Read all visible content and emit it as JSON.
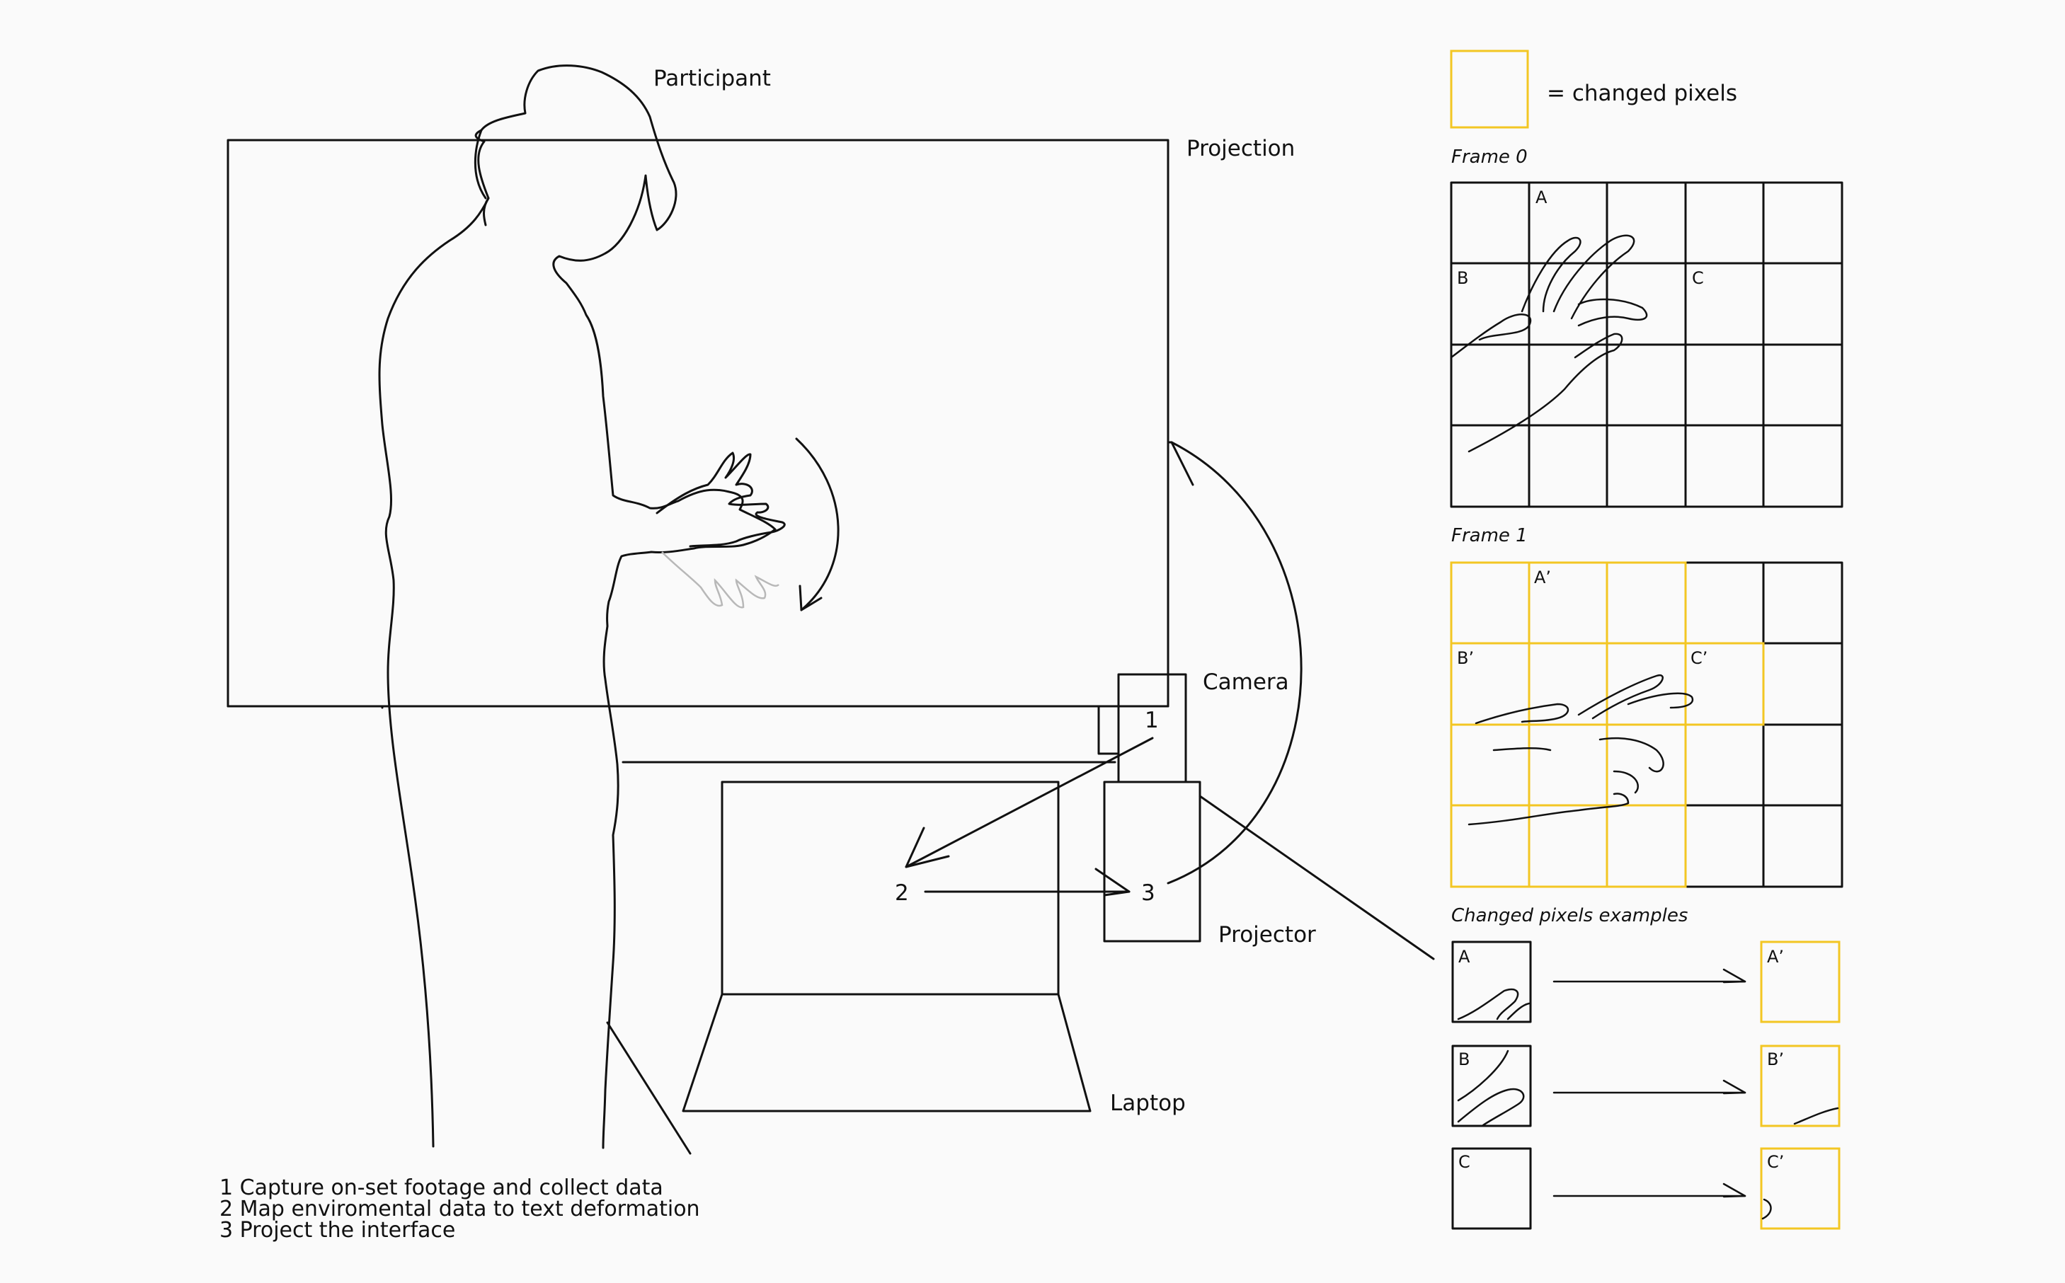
{
  "labels": {
    "participant": "Participant",
    "projection": "Projection",
    "camera": "Camera",
    "projector": "Projector",
    "laptop": "Laptop"
  },
  "steps": {
    "s1": "1",
    "s2": "2",
    "s3": "3"
  },
  "legend": {
    "text": "= changed pixels",
    "color": "#f3c623"
  },
  "frames": {
    "frame0": {
      "title": "Frame 0",
      "cell_a": "A",
      "cell_b": "B",
      "cell_c": "C"
    },
    "frame1": {
      "title": "Frame 1",
      "cell_a": "A’",
      "cell_b": "B’",
      "cell_c": "C’"
    }
  },
  "examples": {
    "title": "Changed pixels examples",
    "before": [
      "A",
      "B",
      "C"
    ],
    "after": [
      "A’",
      "B’",
      "C’"
    ]
  },
  "notes": [
    "1 Capture on-set footage and collect data",
    "2 Map enviromental data to text deformation",
    "3 Project the interface"
  ],
  "colors": {
    "line": "#111111",
    "changed": "#f3c623",
    "background": "#fafafa"
  }
}
